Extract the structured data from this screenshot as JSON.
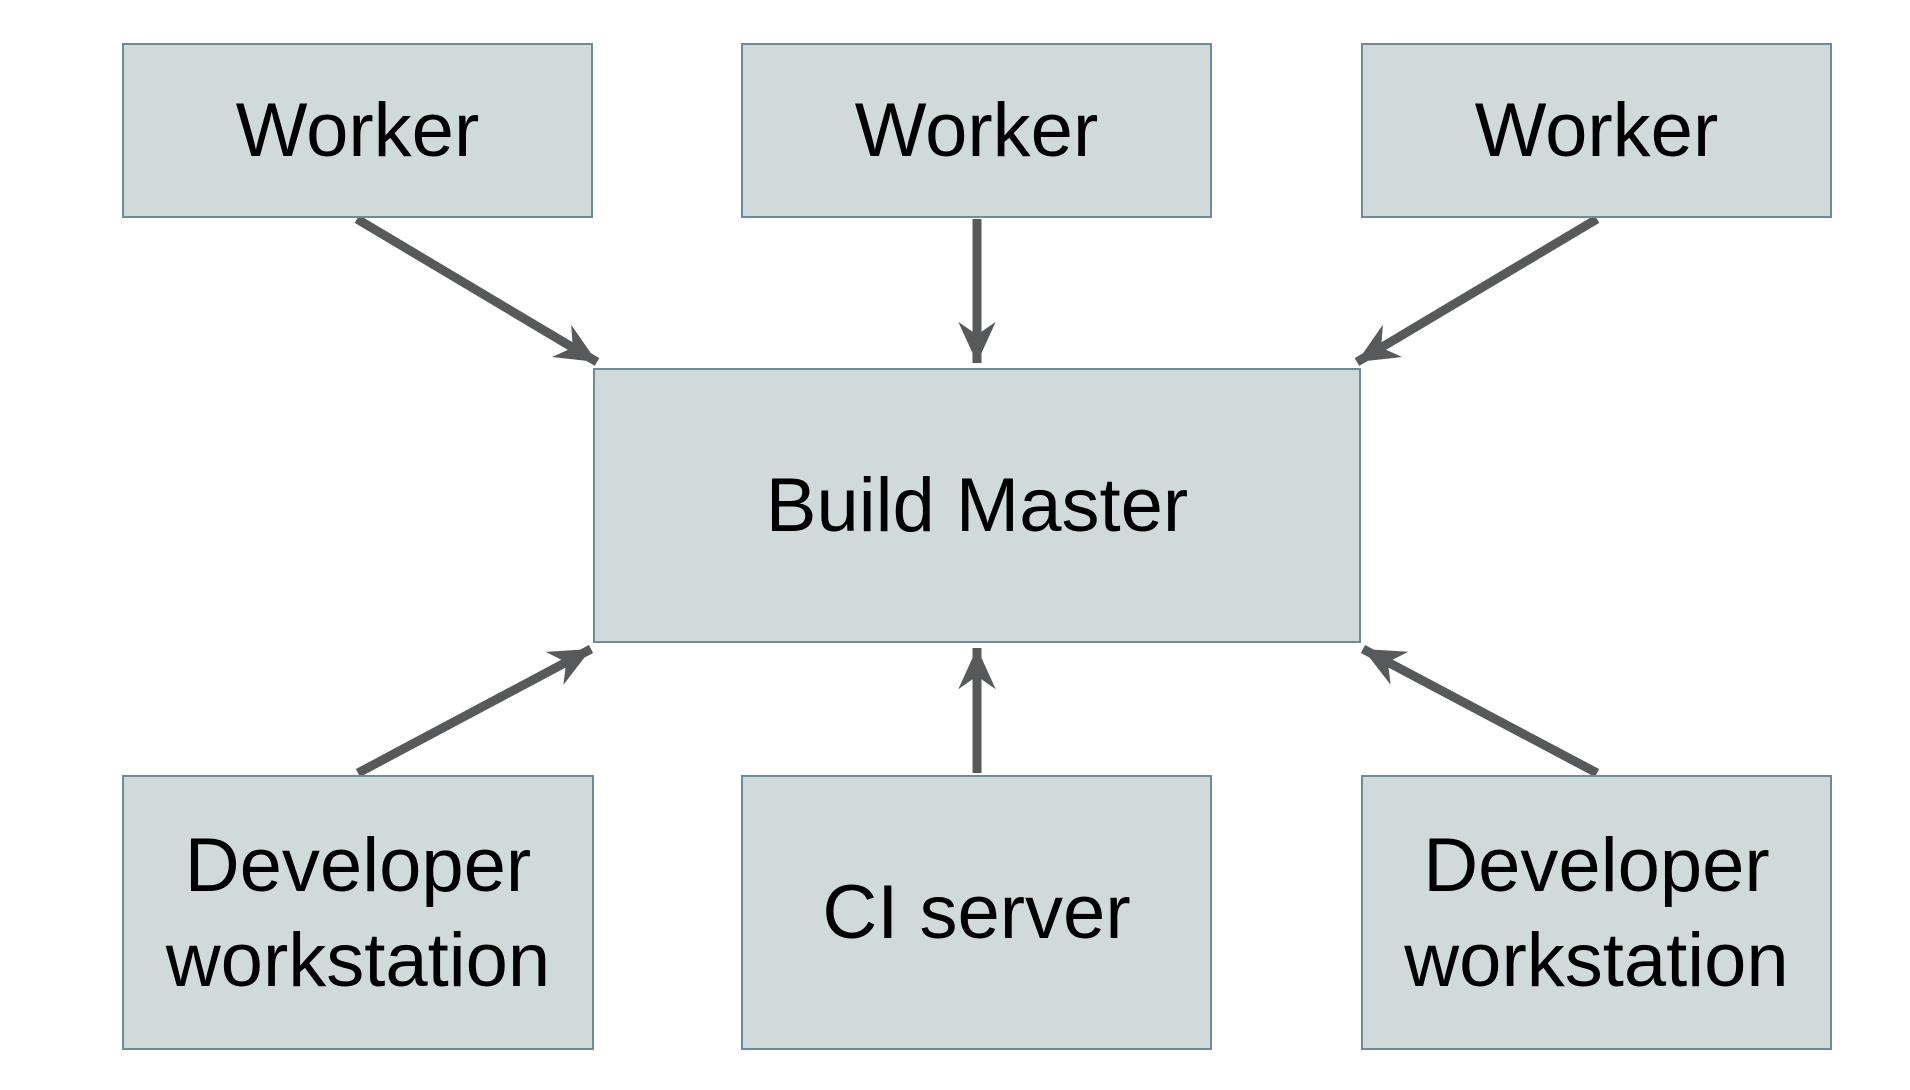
{
  "diagram": {
    "type": "architecture-diagram",
    "colors": {
      "background": "#ffffff",
      "node_fill": "#d0dadb",
      "node_border": "#6e8c98",
      "arrow": "#58595b",
      "text": "#000000"
    },
    "nodes": [
      {
        "id": "worker-1",
        "label": "Worker",
        "row": "top"
      },
      {
        "id": "worker-2",
        "label": "Worker",
        "row": "top"
      },
      {
        "id": "worker-3",
        "label": "Worker",
        "row": "top"
      },
      {
        "id": "build-master",
        "label": "Build Master",
        "row": "middle"
      },
      {
        "id": "developer-workstation-1",
        "label": "Developer workstation",
        "row": "bottom"
      },
      {
        "id": "ci-server",
        "label": "CI server",
        "row": "bottom"
      },
      {
        "id": "developer-workstation-2",
        "label": "Developer workstation",
        "row": "bottom"
      }
    ],
    "edges": [
      {
        "from": "worker-1",
        "to": "build-master"
      },
      {
        "from": "worker-2",
        "to": "build-master"
      },
      {
        "from": "worker-3",
        "to": "build-master"
      },
      {
        "from": "developer-workstation-1",
        "to": "build-master"
      },
      {
        "from": "ci-server",
        "to": "build-master"
      },
      {
        "from": "developer-workstation-2",
        "to": "build-master"
      }
    ]
  }
}
